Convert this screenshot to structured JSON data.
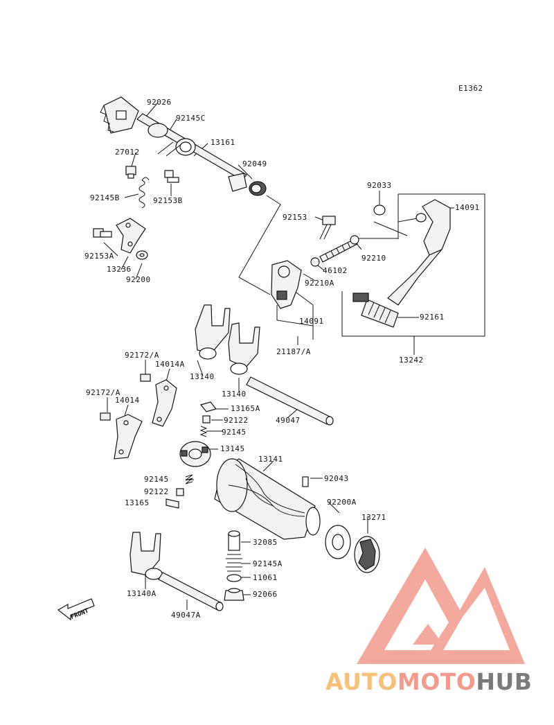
{
  "diagram_id": "E1362",
  "parts": {
    "p92026": "92026",
    "p92145C": "92145C",
    "p13161": "13161",
    "p27012": "27012",
    "p92049": "92049",
    "p92145B": "92145B",
    "p92153B": "92153B",
    "p92153A": "92153A",
    "p13236": "13236",
    "p92200": "92200",
    "p92033": "92033",
    "p14091a": "14091",
    "p92153": "92153",
    "p92210": "92210",
    "p46102": "46102",
    "p92210A": "92210A",
    "p14091b": "14091",
    "p92161": "92161",
    "p21187A": "21187/A",
    "p13242": "13242",
    "p92172A_1": "92172/A",
    "p14014A": "14014A",
    "p13140a": "13140",
    "p13140b": "13140",
    "p92172A_2": "92172/A",
    "p14014": "14014",
    "p13165A": "13165A",
    "p92122a": "92122",
    "p49047": "49047",
    "p92145": "92145",
    "p13145": "13145",
    "p13141": "13141",
    "p92043": "92043",
    "p92145b": "92145",
    "p92122b": "92122",
    "p92200A": "92200A",
    "p13165": "13165",
    "p13271": "13271",
    "p32085": "32085",
    "p92145A": "92145A",
    "p11061": "11061",
    "p92066": "92066",
    "p13140A": "13140A",
    "p49047A": "49047A"
  },
  "front_label": "FRONT",
  "watermark": {
    "part1": "AUTO",
    "part2": "MOTO",
    "part3": "HUB",
    "colors": {
      "auto": "#f7c07b",
      "moto": "#f29a8e",
      "hub": "#7a7a7a",
      "logo": "#f08a80"
    }
  }
}
